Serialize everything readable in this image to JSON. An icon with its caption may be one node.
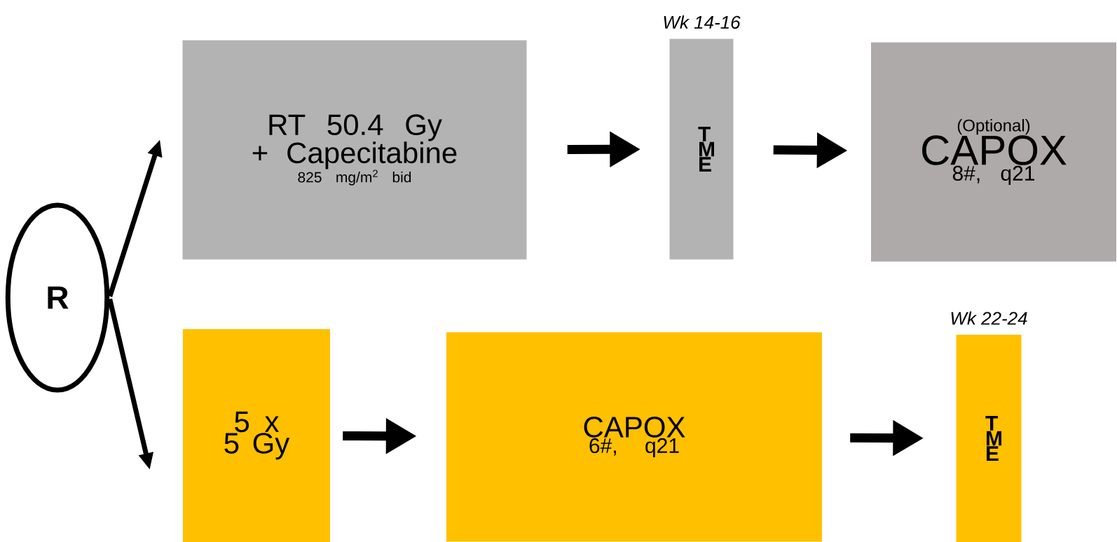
{
  "diagram": {
    "nodes": [
      {
        "text": [
          "R"
        ]
      },
      {
        "text": [
          "RT 50.4 Gy + Capecitabine",
          "825 mg/m$^{2}$ bid"
        ]
      },
      {
        "text": [
          "T M E"
        ],
        "beside": [
          "Wk 14-16"
        ]
      },
      {
        "text": [
          "(Optional)",
          "CAPOX",
          "8#, q21"
        ]
      },
      {
        "text": [
          "5 x 5 Gy"
        ]
      },
      {
        "text": [
          "CAPOX",
          "6#, q21"
        ]
      },
      {
        "text": [
          "T M E"
        ],
        "beside": [
          "Wk 22-24"
        ]
      }
    ],
    "edges": [
      {
        "from": 0,
        "to": 1,
        "arrow": "to"
      },
      {
        "from": 0,
        "to": 4,
        "arrow": "to"
      },
      {
        "from": 1,
        "to": 2,
        "arrow": "to"
      },
      {
        "from": 2,
        "to": 3,
        "arrow": "to"
      },
      {
        "from": 4,
        "to": 5,
        "arrow": "to"
      },
      {
        "from": 5,
        "to": 6,
        "arrow": "to"
      }
    ]
  }
}
